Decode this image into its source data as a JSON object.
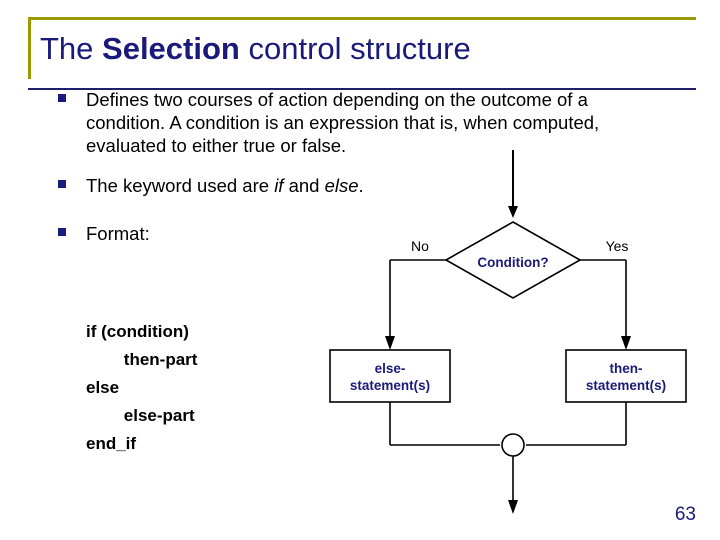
{
  "slide": {
    "title_part1": "The ",
    "title_bold1": "Selection",
    "title_part2": " control structure",
    "title_full": "The Selection control structure",
    "bullets": [
      {
        "text": "Defines two courses of action depending on the outcome of a condition. A condition is an expression that is, when computed, evaluated to either true or false."
      },
      {
        "text_before": "The keyword used are ",
        "italic1": "if",
        "text_middle": " and ",
        "italic2": "else",
        "text_after": "."
      },
      {
        "text": "Format:"
      }
    ],
    "code": "if (condition)\n        then-part\nelse\n        else-part\nend_if",
    "page_number": "63"
  },
  "flowchart": {
    "decision_label": "Condition?",
    "branch_no": "No",
    "branch_yes": "Yes",
    "box_else_line1": "else-",
    "box_else_line2": "statement(s)",
    "box_then_line1": "then-",
    "box_then_line2": "statement(s)",
    "colors": {
      "line": "#000000",
      "text_accent": "#1a1a7a",
      "frame": "#9a9a00"
    }
  }
}
